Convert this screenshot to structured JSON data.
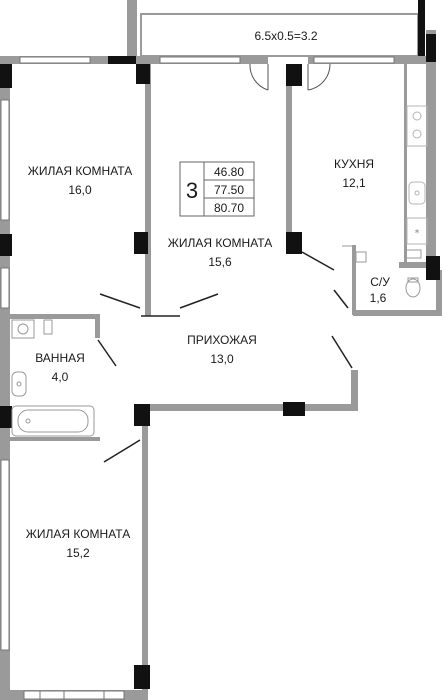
{
  "colors": {
    "wall": "#9a9a9a",
    "column": "#111111",
    "accent": "#111111",
    "fixture": "#b4b4b4"
  },
  "balcony": {
    "label": "6.5x0.5=3.2"
  },
  "rooms": {
    "living_1": {
      "name": "ЖИЛАЯ КОМНАТА",
      "area": "16,0"
    },
    "living_2": {
      "name": "ЖИЛАЯ КОМНАТА",
      "area": "15,6"
    },
    "living_3": {
      "name": "ЖИЛАЯ КОМНАТА",
      "area": "15,2"
    },
    "kitchen": {
      "name": "КУХНЯ",
      "area": "12,1"
    },
    "wc": {
      "name": "С/У",
      "area": "1,6"
    },
    "bathroom": {
      "name": "ВАННАЯ",
      "area": "4,0"
    },
    "hall": {
      "name": "ПРИХОЖАЯ",
      "area": "13,0"
    }
  },
  "summary": {
    "rooms_count": "3",
    "living_area": "46.80",
    "total_area": "77.50",
    "total_with_balcony": "80.70"
  },
  "icons": [
    "stove-icon",
    "sink-icon",
    "fridge-icon",
    "toilet-icon",
    "bathtub-icon",
    "washbasin-icon",
    "washing-machine-icon",
    "window-icon",
    "door-swing-icon"
  ]
}
